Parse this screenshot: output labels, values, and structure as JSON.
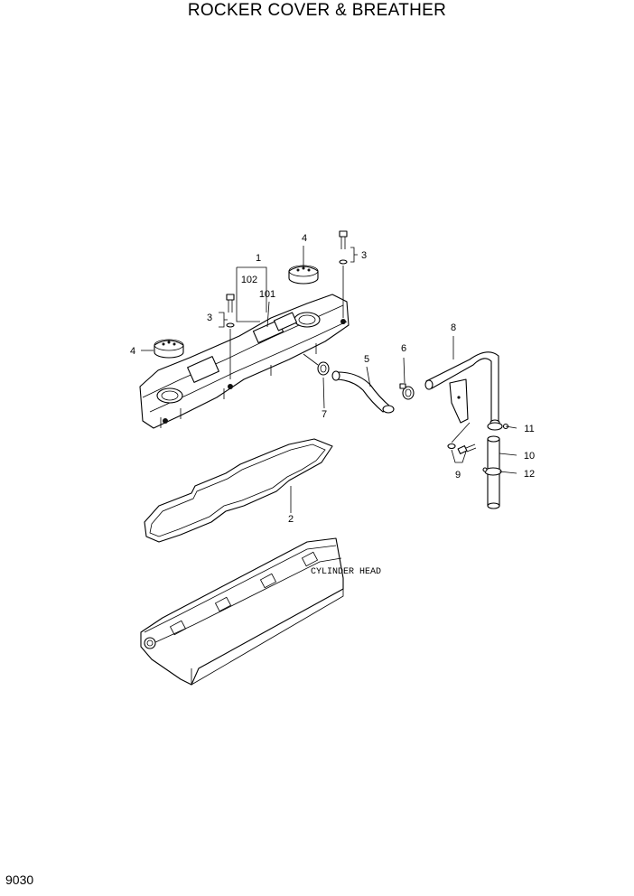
{
  "page": {
    "title": "ROCKER COVER & BREATHER",
    "page_number": "9030"
  },
  "callouts": {
    "c1": "1",
    "c2": "2",
    "c3a": "3",
    "c3b": "3",
    "c4a": "4",
    "c4b": "4",
    "c5": "5",
    "c6": "6",
    "c7": "7",
    "c8": "8",
    "c9": "9",
    "c10": "10",
    "c11": "11",
    "c12": "12",
    "c101": "101",
    "c102": "102"
  },
  "annotations": {
    "cylinder_head": "CYLINDER HEAD"
  }
}
